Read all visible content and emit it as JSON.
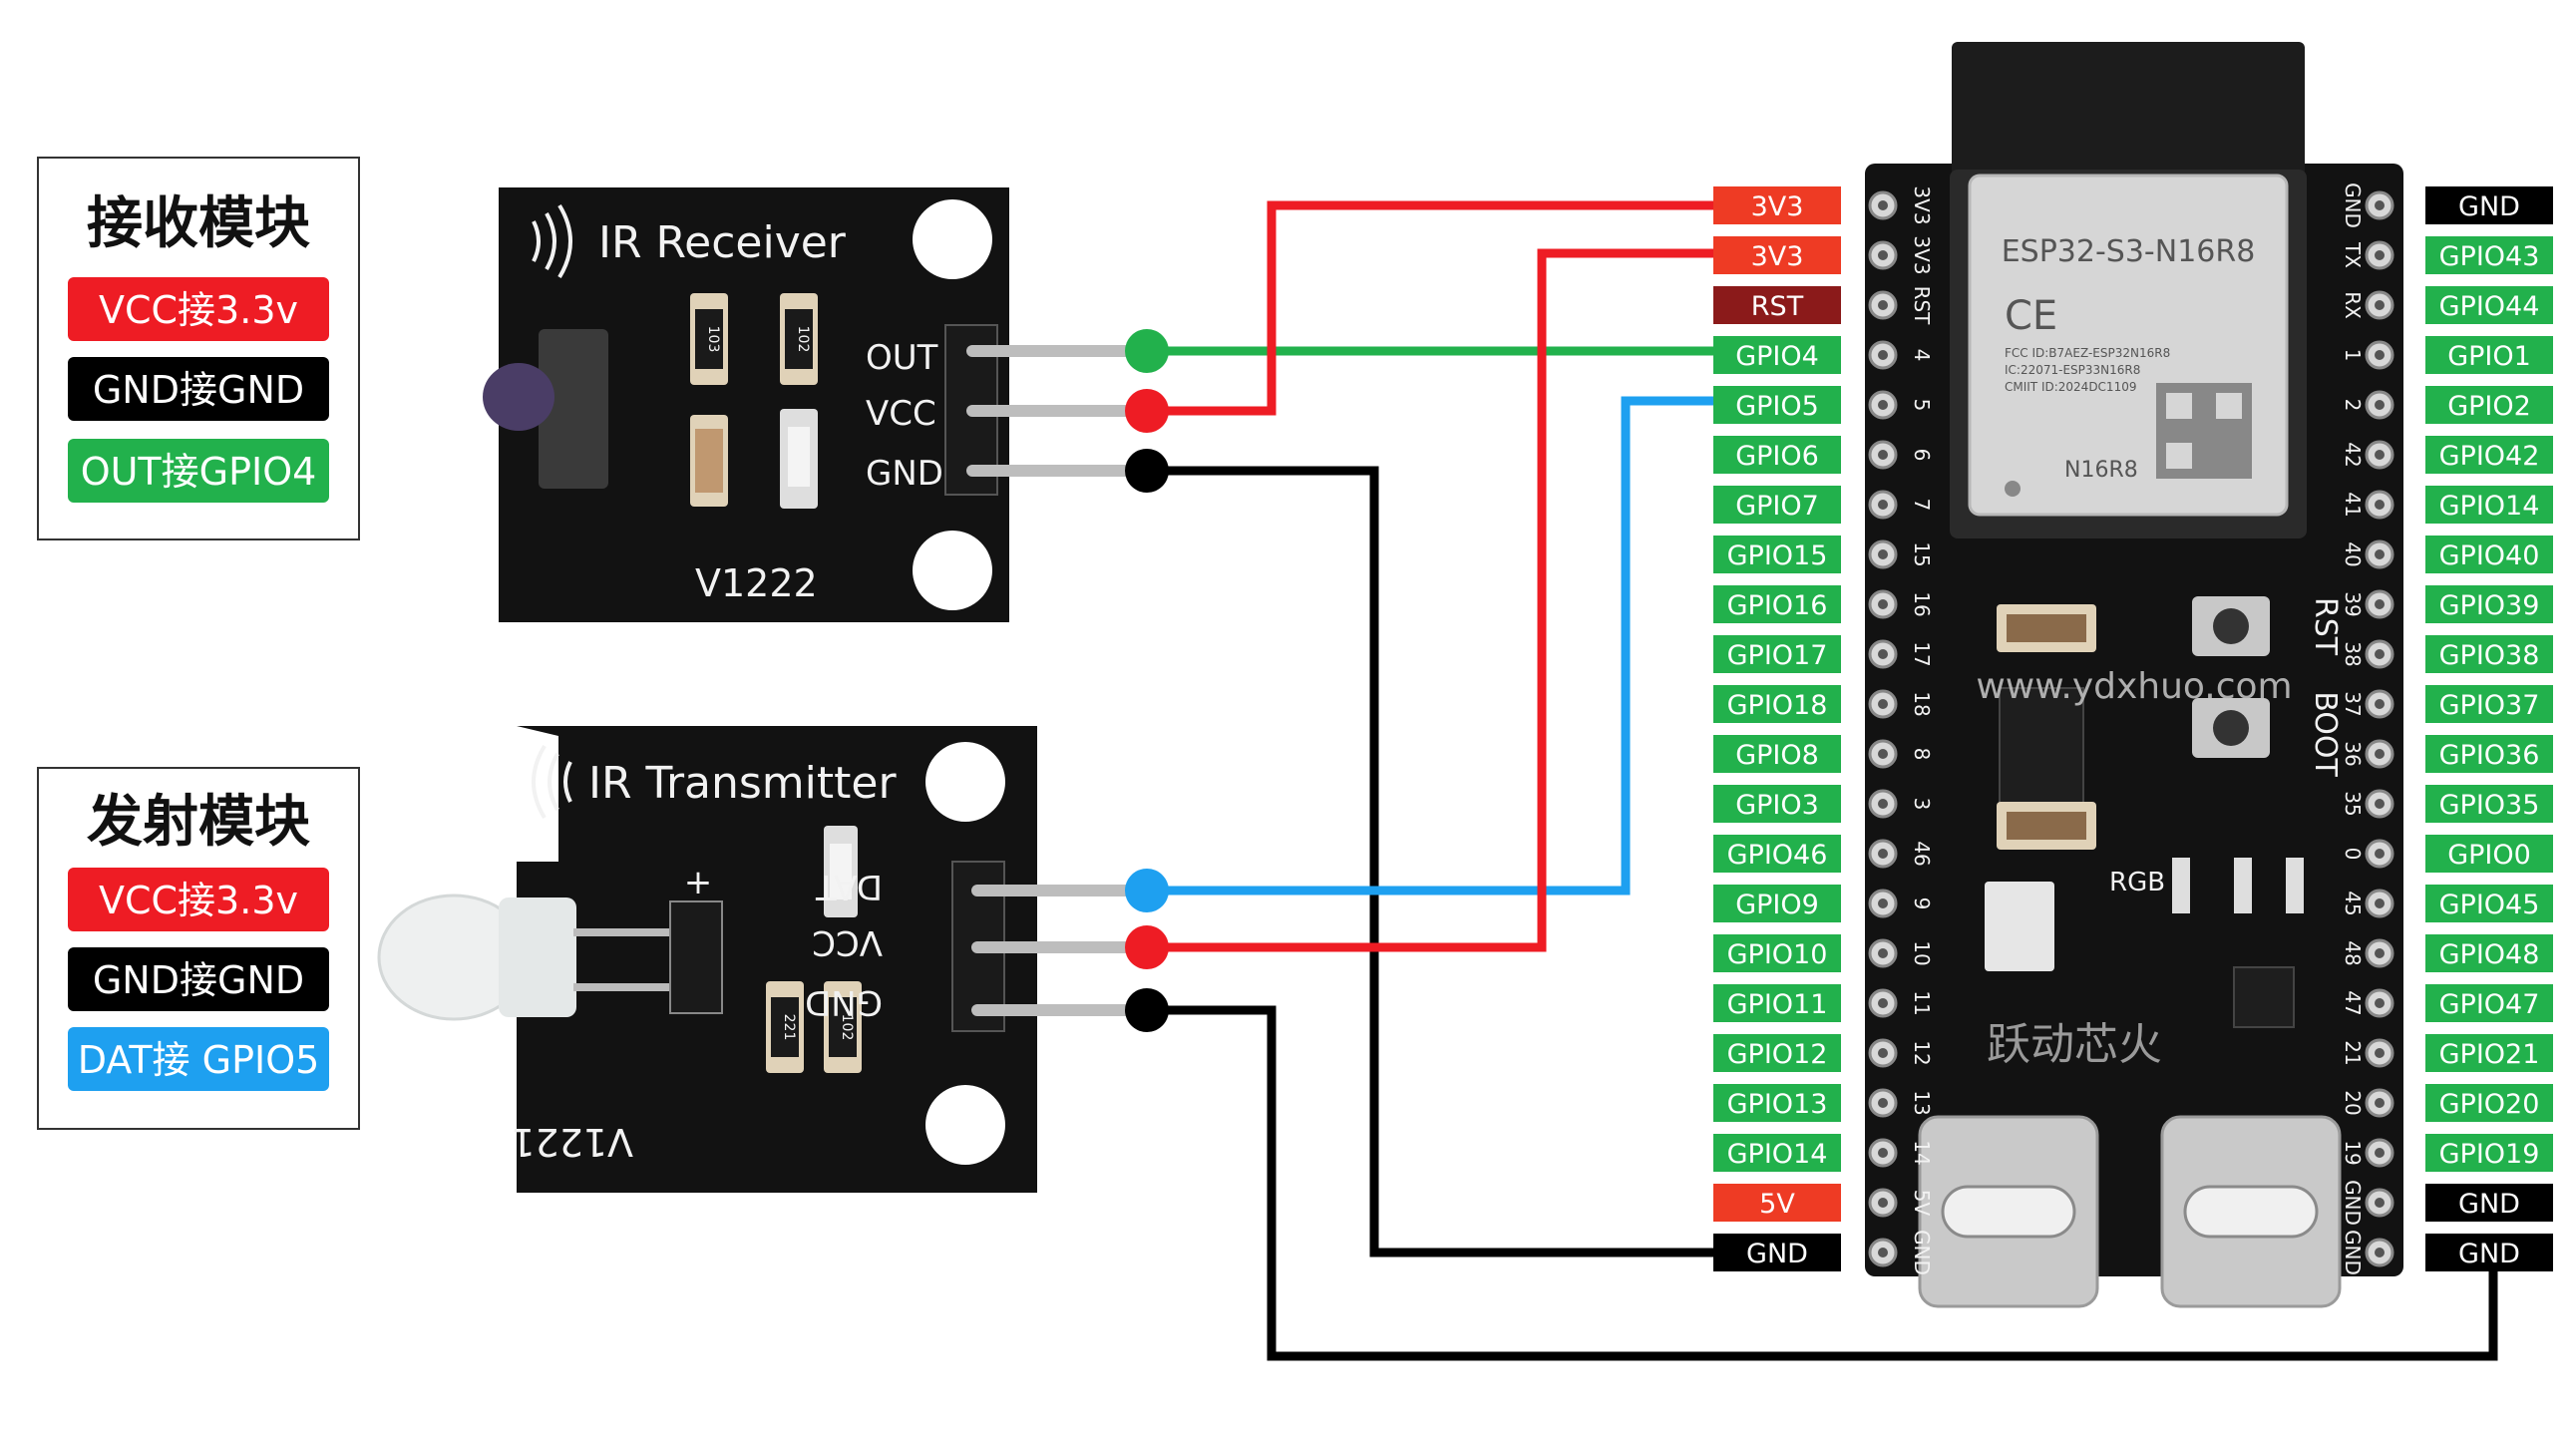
{
  "receiver_legend": {
    "title": "接收模块",
    "items": [
      {
        "text": "VCC接3.3v",
        "color": "#ee1c24"
      },
      {
        "text": "GND接GND",
        "color": "#000000"
      },
      {
        "text": "OUT接GPIO4",
        "color": "#22b14c"
      }
    ]
  },
  "transmitter_legend": {
    "title": "发射模块",
    "items": [
      {
        "text": "VCC接3.3v",
        "color": "#ee1c24"
      },
      {
        "text": "GND接GND",
        "color": "#000000"
      },
      {
        "text": "DAT接 GPIO5",
        "color": "#1ea0f0"
      }
    ]
  },
  "receiver_module": {
    "name": "IR Receiver",
    "version": "V1222",
    "pins": [
      "OUT",
      "VCC",
      "GND"
    ],
    "components": [
      "103",
      "102"
    ]
  },
  "transmitter_module": {
    "name": "IR Transmitter",
    "version": "V1221",
    "pins": [
      "DAT",
      "VCC",
      "GND"
    ],
    "plus_mark": "+",
    "components": [
      "221",
      "102"
    ]
  },
  "board": {
    "module_name": "ESP32-S3-N16R8",
    "ce_mark": "CE",
    "fcc_lines": [
      "FCC ID:B7AEZ-ESP32N16R8",
      "IC:22071-ESP33N16R8",
      "CMIIT ID:2024DC1109"
    ],
    "chip_code": "N16R8",
    "watermark": "www.ydxhuo.com",
    "brand": "跃动芯火",
    "rst_label": "RST",
    "boot_label": "BOOT",
    "rgb_label": "RGB",
    "left_silk": [
      "3V3",
      "3V3",
      "RST",
      "4",
      "5",
      "6",
      "7",
      "15",
      "16",
      "17",
      "18",
      "8",
      "3",
      "46",
      "9",
      "10",
      "11",
      "12",
      "13",
      "14",
      "5V",
      "GND"
    ],
    "right_silk": [
      "GND",
      "TX",
      "RX",
      "1",
      "2",
      "42",
      "41",
      "40",
      "39",
      "38",
      "37",
      "36",
      "35",
      "0",
      "45",
      "48",
      "47",
      "21",
      "20",
      "19",
      "GND",
      "GND"
    ]
  },
  "left_pins": [
    {
      "label": "3V3",
      "color": "#ee3b24"
    },
    {
      "label": "3V3",
      "color": "#ee3b24"
    },
    {
      "label": "RST",
      "color": "#8b1a1a"
    },
    {
      "label": "GPIO4",
      "color": "#22b14c"
    },
    {
      "label": "GPIO5",
      "color": "#22b14c"
    },
    {
      "label": "GPIO6",
      "color": "#22b14c"
    },
    {
      "label": "GPIO7",
      "color": "#22b14c"
    },
    {
      "label": "GPIO15",
      "color": "#22b14c"
    },
    {
      "label": "GPIO16",
      "color": "#22b14c"
    },
    {
      "label": "GPIO17",
      "color": "#22b14c"
    },
    {
      "label": "GPIO18",
      "color": "#22b14c"
    },
    {
      "label": "GPIO8",
      "color": "#22b14c"
    },
    {
      "label": "GPIO3",
      "color": "#22b14c"
    },
    {
      "label": "GPIO46",
      "color": "#22b14c"
    },
    {
      "label": "GPIO9",
      "color": "#22b14c"
    },
    {
      "label": "GPIO10",
      "color": "#22b14c"
    },
    {
      "label": "GPIO11",
      "color": "#22b14c"
    },
    {
      "label": "GPIO12",
      "color": "#22b14c"
    },
    {
      "label": "GPIO13",
      "color": "#22b14c"
    },
    {
      "label": "GPIO14",
      "color": "#22b14c"
    },
    {
      "label": "5V",
      "color": "#ee3b24"
    },
    {
      "label": "GND",
      "color": "#000000"
    }
  ],
  "right_pins": [
    {
      "label": "GND",
      "color": "#000000"
    },
    {
      "label": "GPIO43",
      "color": "#22b14c"
    },
    {
      "label": "GPIO44",
      "color": "#22b14c"
    },
    {
      "label": "GPIO1",
      "color": "#22b14c"
    },
    {
      "label": "GPIO2",
      "color": "#22b14c"
    },
    {
      "label": "GPIO42",
      "color": "#22b14c"
    },
    {
      "label": "GPIO14",
      "color": "#22b14c"
    },
    {
      "label": "GPIO40",
      "color": "#22b14c"
    },
    {
      "label": "GPIO39",
      "color": "#22b14c"
    },
    {
      "label": "GPIO38",
      "color": "#22b14c"
    },
    {
      "label": "GPIO37",
      "color": "#22b14c"
    },
    {
      "label": "GPIO36",
      "color": "#22b14c"
    },
    {
      "label": "GPIO35",
      "color": "#22b14c"
    },
    {
      "label": "GPIO0",
      "color": "#22b14c"
    },
    {
      "label": "GPIO45",
      "color": "#22b14c"
    },
    {
      "label": "GPIO48",
      "color": "#22b14c"
    },
    {
      "label": "GPIO47",
      "color": "#22b14c"
    },
    {
      "label": "GPIO21",
      "color": "#22b14c"
    },
    {
      "label": "GPIO20",
      "color": "#22b14c"
    },
    {
      "label": "GPIO19",
      "color": "#22b14c"
    },
    {
      "label": "GND",
      "color": "#000000"
    },
    {
      "label": "GND",
      "color": "#000000"
    }
  ],
  "colors": {
    "wire_red": "#ee1c24",
    "wire_green": "#22b14c",
    "wire_blue": "#1ea0f0",
    "wire_black": "#000000",
    "pcb_black": "#121212"
  }
}
